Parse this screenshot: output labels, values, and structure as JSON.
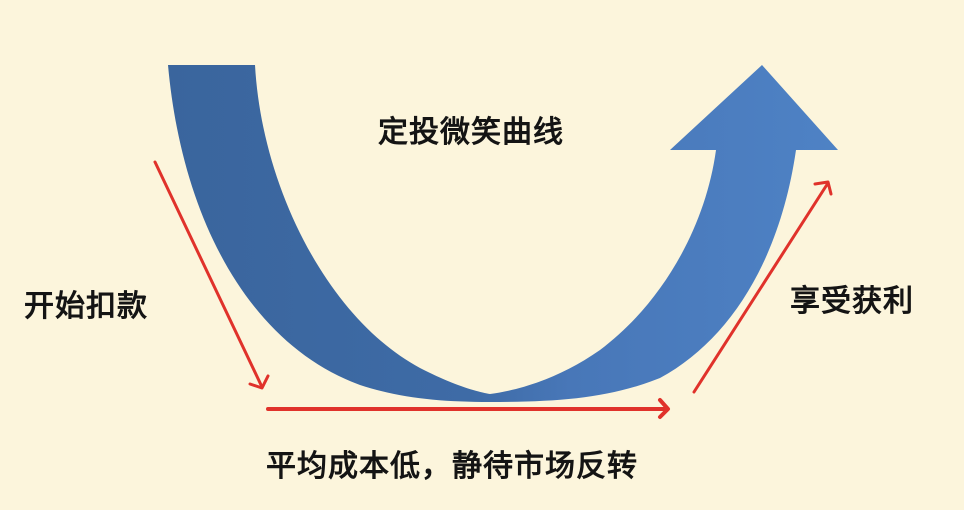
{
  "diagram": {
    "title": "定投微笑曲线",
    "type": "smile-curve",
    "stages": [
      {
        "id": "start",
        "label": "开始扣款",
        "direction": "down"
      },
      {
        "id": "bottom",
        "label": "平均成本低，静待市场反转",
        "direction": "flat"
      },
      {
        "id": "end",
        "label": "享受获利",
        "direction": "up"
      }
    ]
  },
  "colors": {
    "background": "#FCF5DC",
    "curve_dark": "#3C679F",
    "curve_light": "#4C7FC2",
    "arrow_red": "#E0322B",
    "text": "#141414"
  },
  "icons": {
    "main_curve": "u-shaped-up-arrow-icon",
    "down_arrow": "red-diagonal-down-arrow-icon",
    "flat_arrow": "red-right-arrow-icon",
    "up_arrow": "red-diagonal-up-arrow-icon"
  }
}
